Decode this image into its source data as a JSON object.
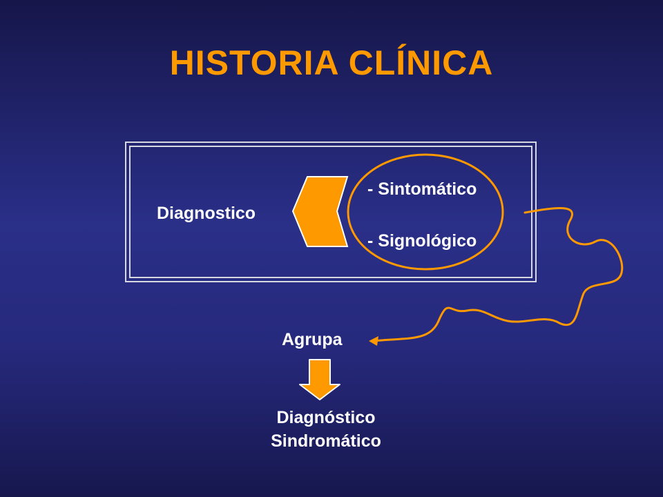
{
  "slide": {
    "title": "HISTORIA CLÍNICA",
    "diagram": {
      "source_label": "Diagnostico",
      "items": [
        "- Sintomático",
        "- Signológico"
      ],
      "target_label": "Agrupa",
      "result_lines": [
        "Diagnóstico",
        "Sindromático"
      ]
    }
  },
  "colors": {
    "title": "#ff9900",
    "accent": "#ff9900",
    "text": "#ffffff",
    "frame": "#d8d8e0"
  },
  "icons": [
    "chevron-left-icon",
    "ellipse-highlight-icon",
    "wavy-arrow-icon",
    "down-arrow-icon"
  ]
}
